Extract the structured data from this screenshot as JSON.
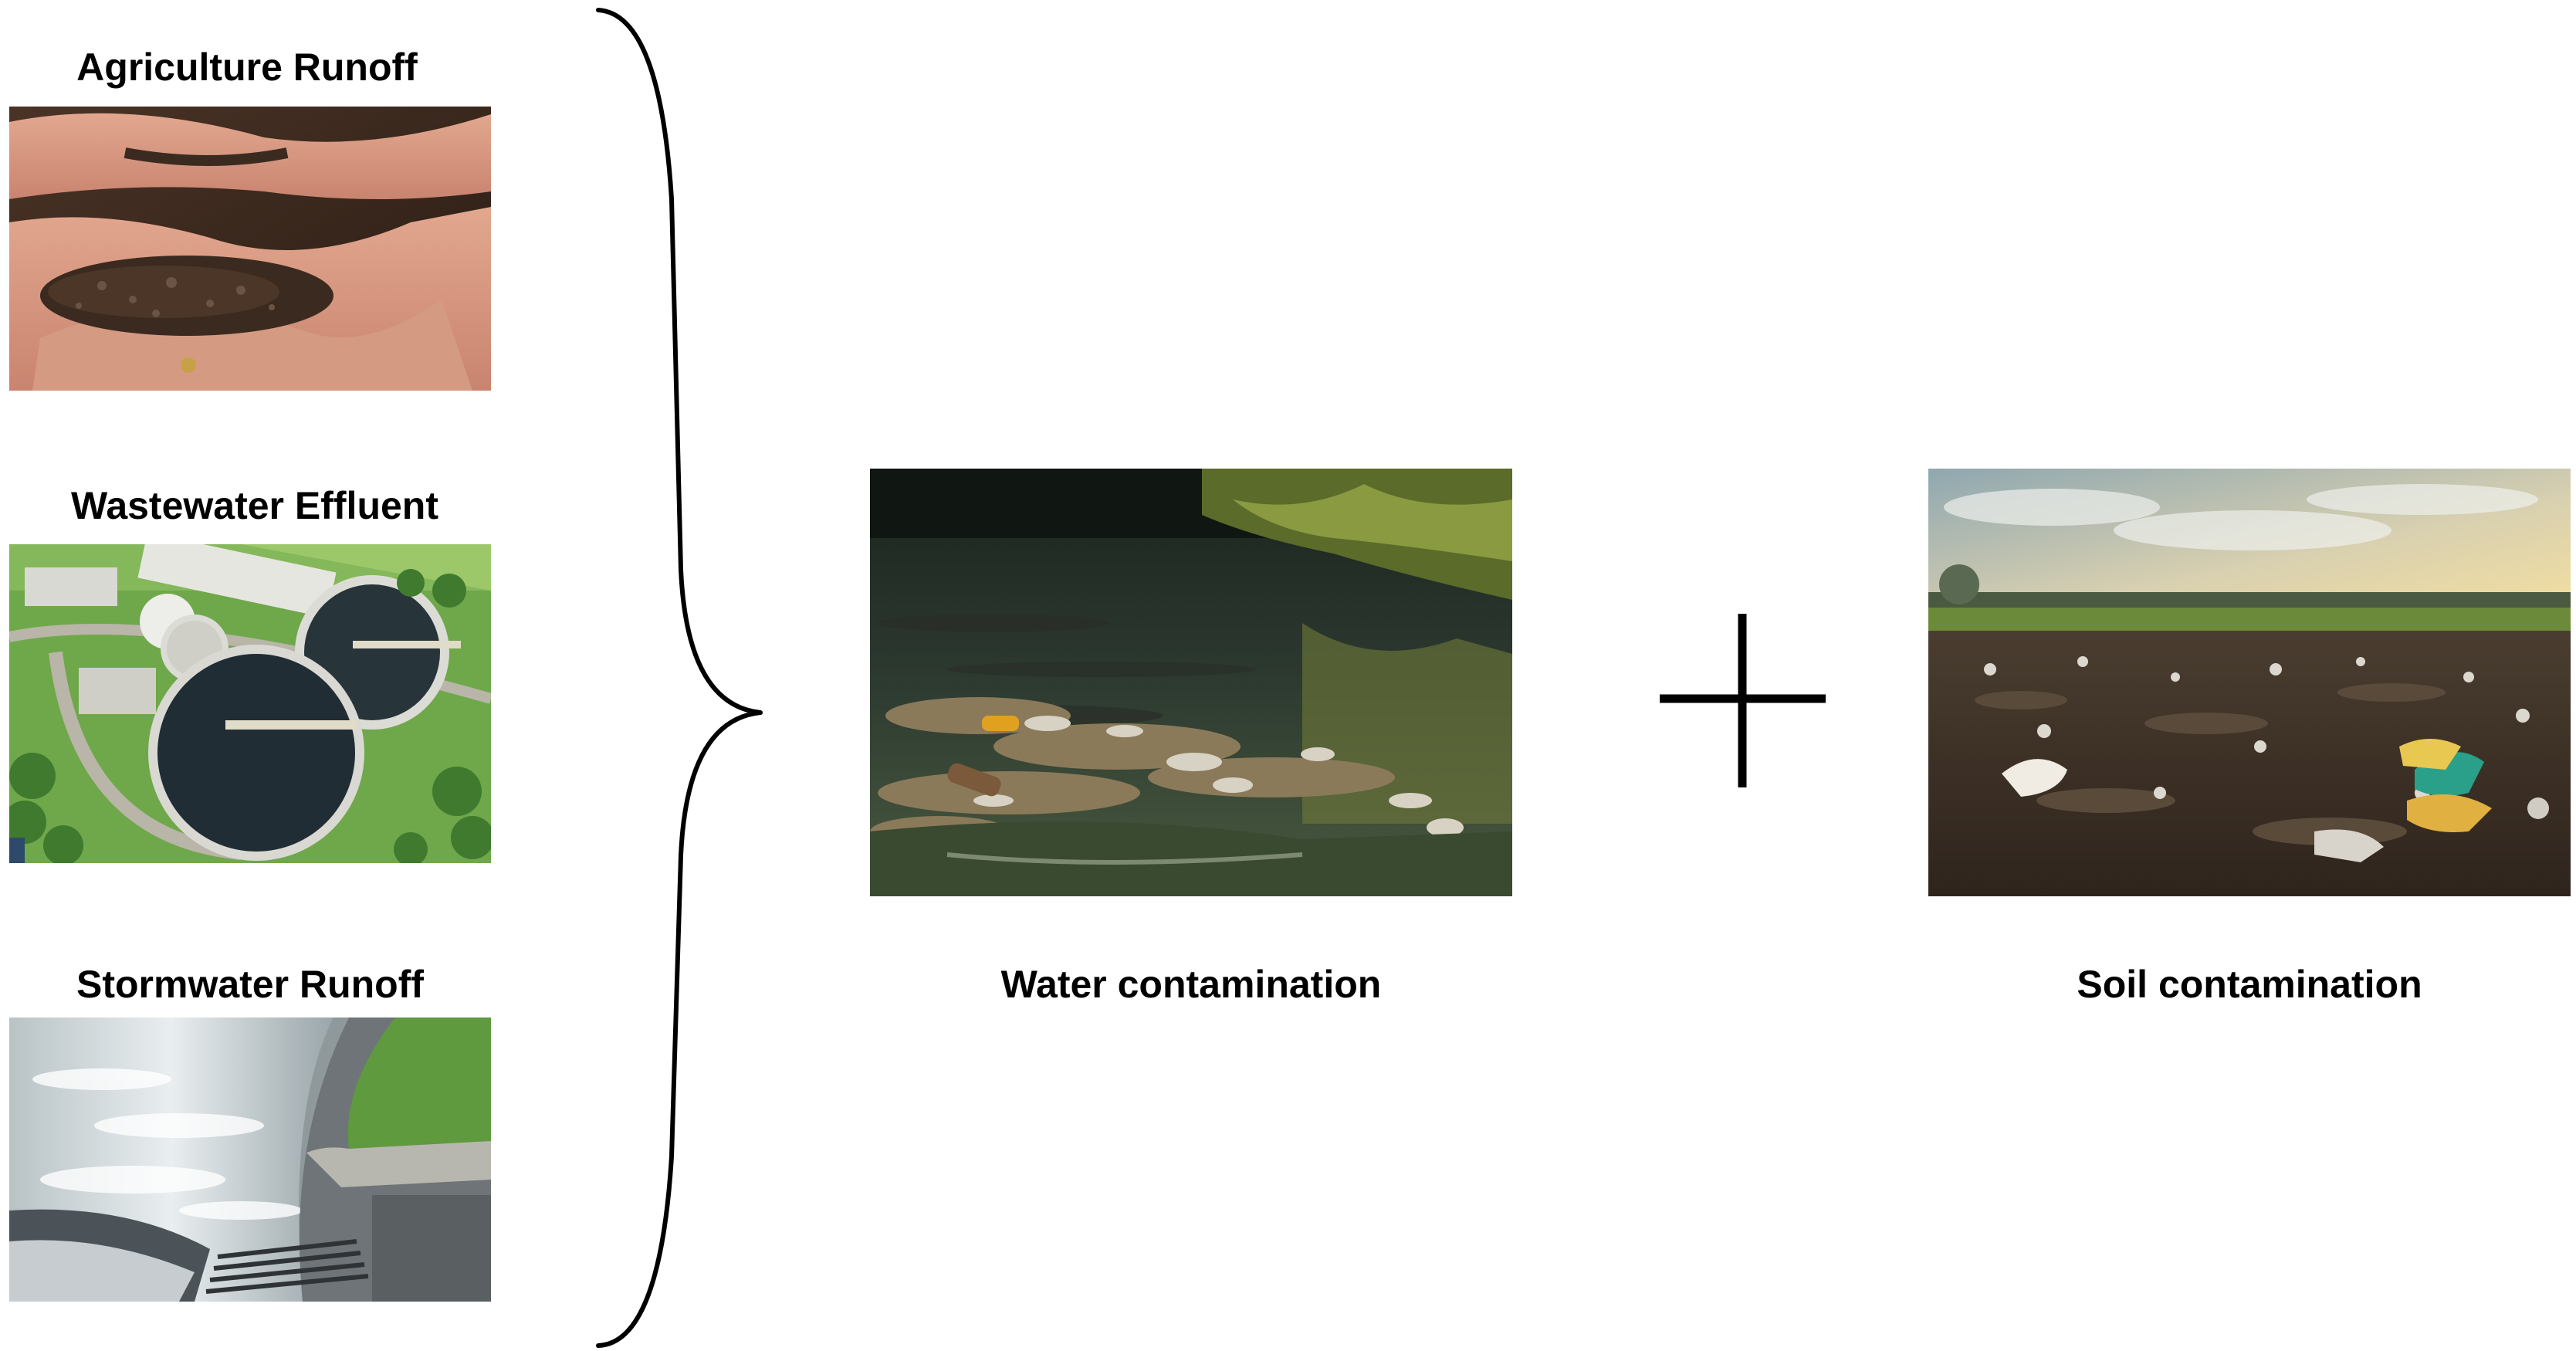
{
  "sources": [
    {
      "id": "agriculture",
      "label": "Agriculture Runoff",
      "image": "soil-in-hands-photo"
    },
    {
      "id": "wastewater",
      "label": "Wastewater Effluent",
      "image": "treatment-plant-aerial-photo"
    },
    {
      "id": "stormwater",
      "label": "Stormwater Runoff",
      "image": "street-drain-runoff-photo"
    }
  ],
  "connector": {
    "icon": "curly-brace-icon"
  },
  "outcomes": [
    {
      "id": "water",
      "label": "Water contamination",
      "image": "polluted-water-photo"
    },
    {
      "id": "soil",
      "label": "Soil contamination",
      "image": "littered-field-photo"
    }
  ],
  "operator": {
    "icon": "plus-icon"
  },
  "colors": {
    "text": "#000000",
    "background": "#ffffff",
    "grass": "#5a9a3a",
    "water_dark": "#1f2a22",
    "soil": "#3a2a20"
  }
}
